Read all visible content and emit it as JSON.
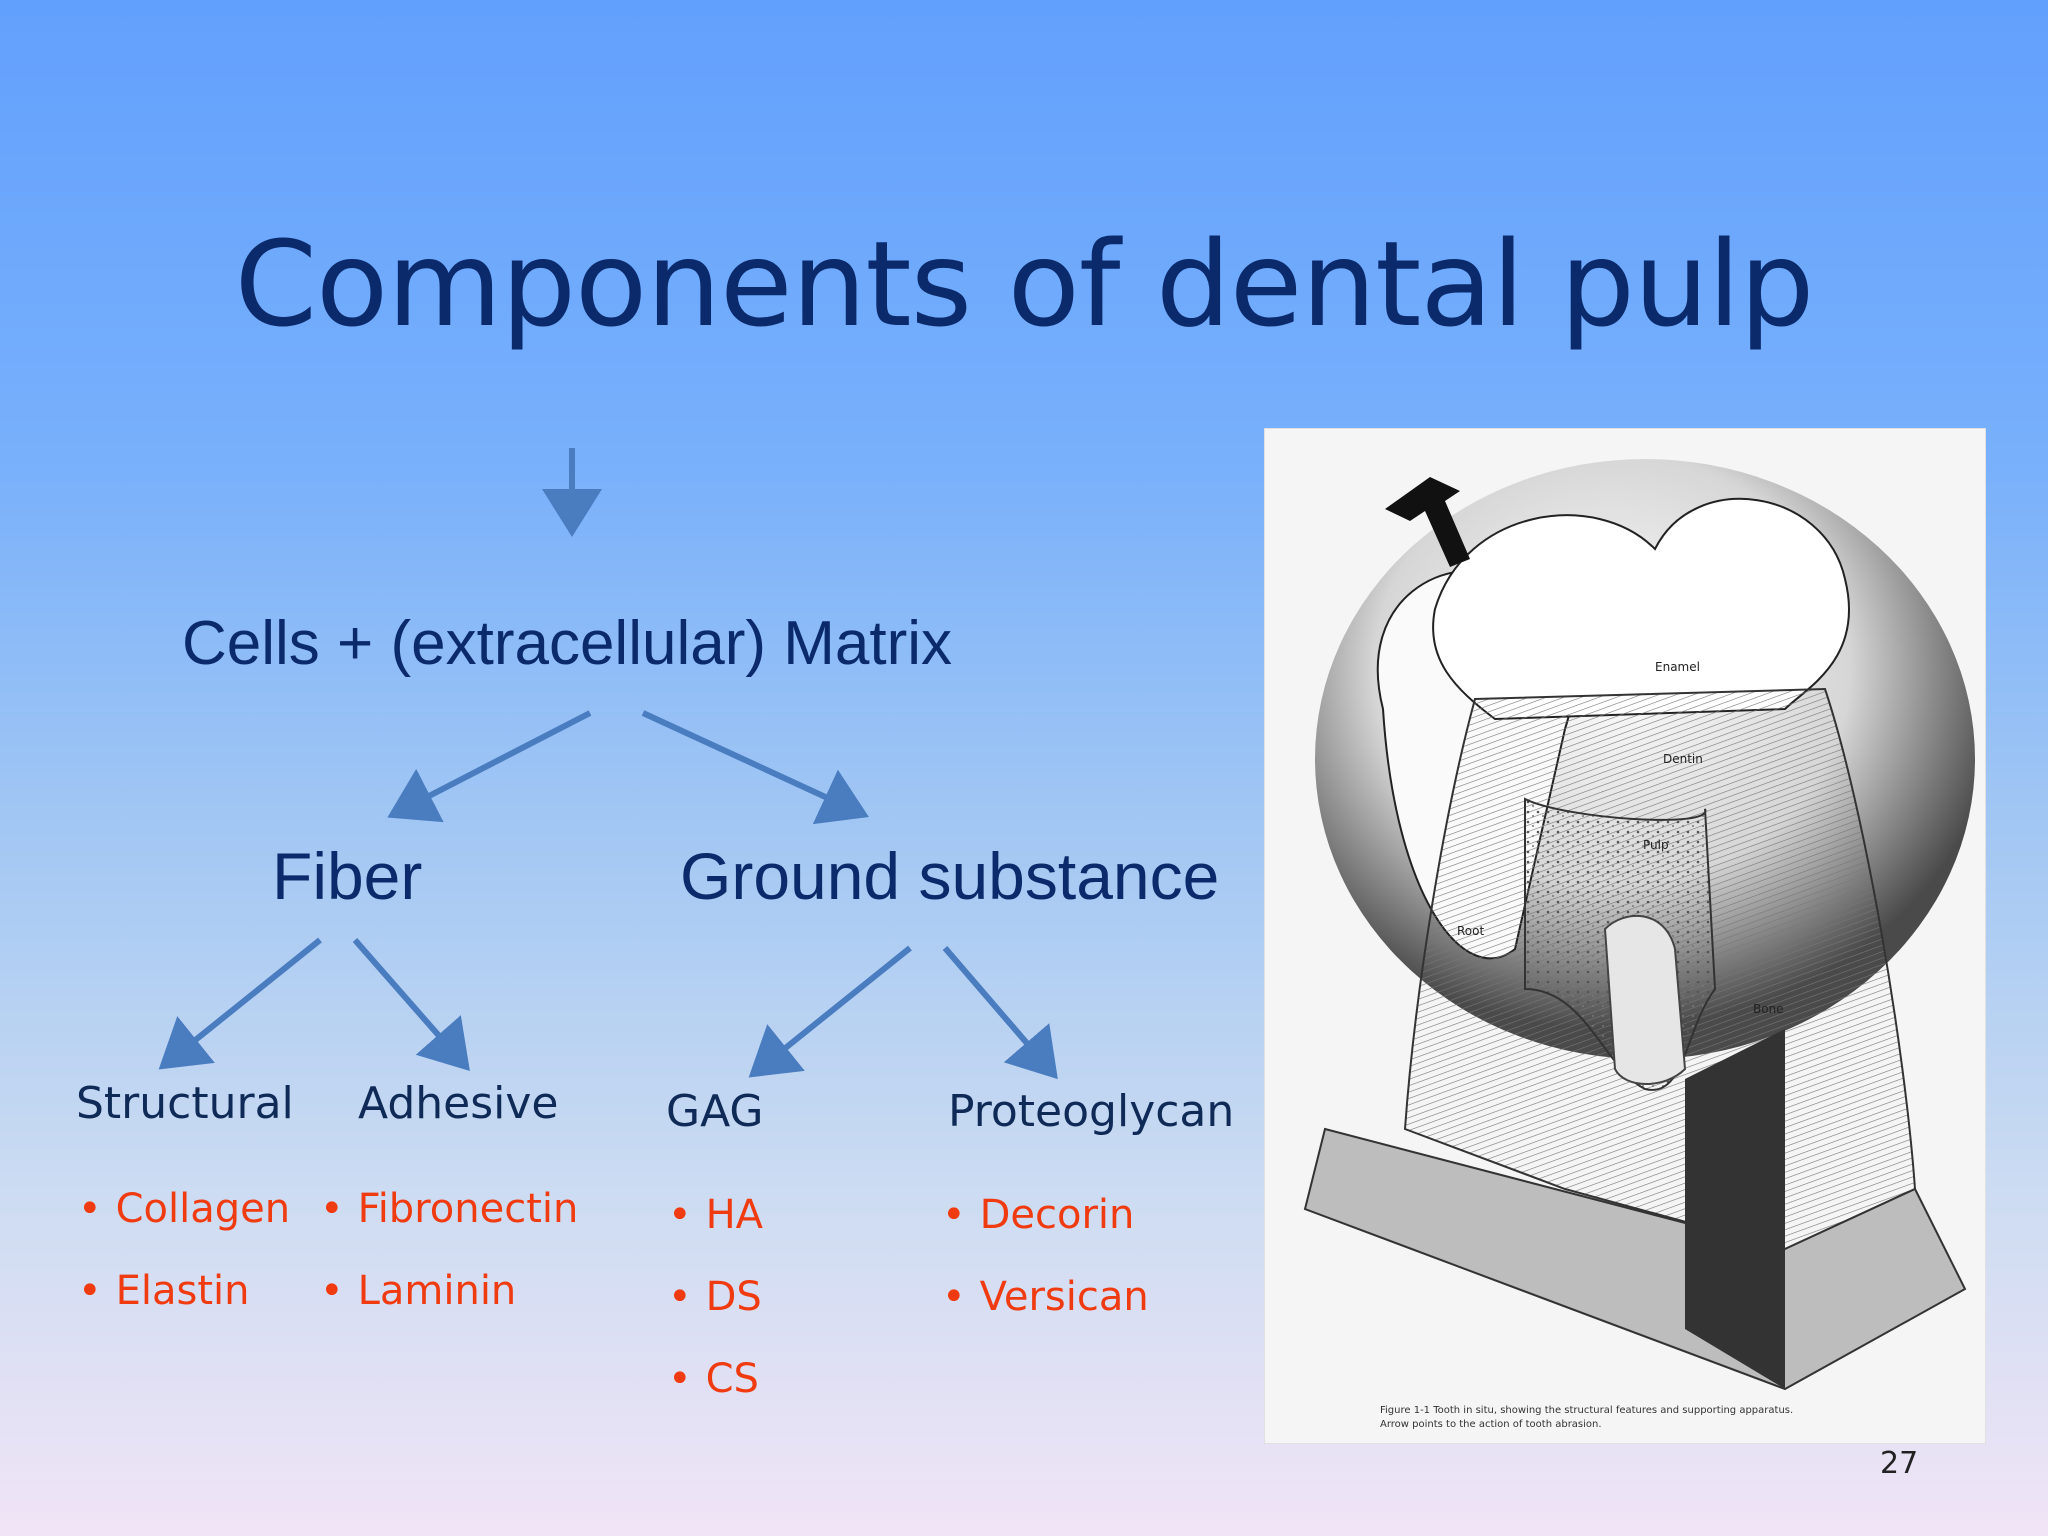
{
  "slide": {
    "title": "Components of dental pulp",
    "matrix_line": "Cells + (extracellular) Matrix",
    "fiber": {
      "label": "Fiber",
      "structural": {
        "label": "Structural",
        "items": [
          "Collagen",
          "Elastin"
        ]
      },
      "adhesive": {
        "label": "Adhesive",
        "items": [
          "Fibronectin",
          "Laminin"
        ]
      }
    },
    "ground_substance": {
      "label": "Ground substance",
      "gag": {
        "label": "GAG",
        "items": [
          "HA",
          "DS",
          "CS"
        ]
      },
      "proteoglycan": {
        "label": "Proteoglycan",
        "items": [
          "Decorin",
          "Versican"
        ]
      }
    },
    "bullet_char": "•",
    "page_number": "27"
  },
  "figure": {
    "labels": {
      "enamel": "Enamel",
      "dentin": "Dentin",
      "pulp": "Pulp",
      "root": "Root",
      "bone": "Bone"
    },
    "caption_line1": "Figure 1-1 Tooth in situ, showing the structural features and supporting apparatus.",
    "caption_line2": "Arrow points to the action of tooth abrasion."
  },
  "colors": {
    "title": "#0b2a6c",
    "category": "#0f2a56",
    "bullet": "#f03a10",
    "arrow": "#4a7cc0"
  }
}
